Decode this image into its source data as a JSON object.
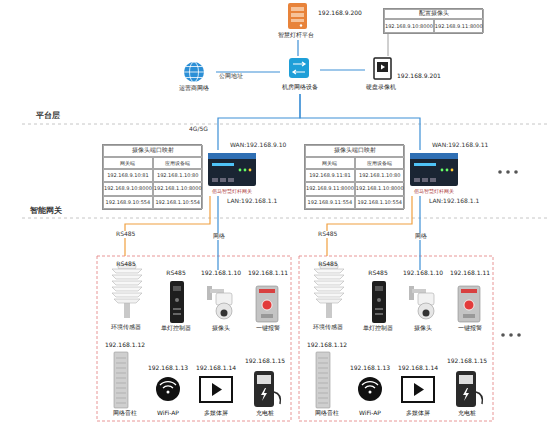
{
  "diagram": {
    "nodes": [
      {
        "text": [
          "192.168.9.200",
          "智慧灯杆平台"
        ]
      },
      {
        "text": [
          "配置摄像头",
          "192.168.9.10:8000",
          "192.168.9.11:8000"
        ]
      },
      {
        "text": [
          "运营商网络"
        ]
      },
      {
        "text": [
          "机房网络设备"
        ]
      },
      {
        "text": [
          "192.168.9.201",
          "硬盘录像机"
        ]
      },
      {
        "text": [
          "摄像头端口映射",
          "网关端",
          "应用设备端",
          "192.168.9.10:81",
          "192.168.1.10:80",
          "192.168.9.10:8000",
          "192.168.1.10:8000",
          "192.168.9.10:554",
          "192.168.1.10:554"
        ]
      },
      {
        "text": [
          "佰马智慧灯杆网关"
        ]
      },
      {
        "text": [
          "摄像头端口映射",
          "网关端",
          "应用设备端",
          "192.168.9.11:81",
          "192.168.1.10:80",
          "192.168.9.11:8000",
          "192.168.1.10:8000",
          "192.168.9.11:554",
          "192.168.1.10:554"
        ]
      },
      {
        "text": [
          "佰马智慧灯杆网关"
        ]
      },
      {
        "text": [
          "RS485",
          "环境传感器"
        ]
      },
      {
        "text": [
          "RS485",
          "单灯控制器"
        ]
      },
      {
        "text": [
          "192.168.1.10",
          "摄像头"
        ]
      },
      {
        "text": [
          "192.168.1.11",
          "一键报警"
        ]
      },
      {
        "text": [
          "192.168.1.12",
          "网络音柱"
        ]
      },
      {
        "text": [
          "192.168.1.13",
          "WiFi-AP"
        ]
      },
      {
        "text": [
          "192.168.1.14",
          "多媒体屏"
        ]
      },
      {
        "text": [
          "192.168.1.15",
          "充电桩"
        ]
      },
      {
        "text": [
          "RS485",
          "环境传感器"
        ]
      },
      {
        "text": [
          "RS485",
          "单灯控制器"
        ]
      },
      {
        "text": [
          "192.168.1.10",
          "摄像头"
        ]
      },
      {
        "text": [
          "192.168.1.11",
          "一键报警"
        ]
      },
      {
        "text": [
          "192.168.1.12",
          "网络音柱"
        ]
      },
      {
        "text": [
          "192.168.1.13",
          "WiFi-AP"
        ]
      },
      {
        "text": [
          "192.168.1.14",
          "多媒体屏"
        ]
      },
      {
        "text": [
          "192.168.1.15",
          "充电桩"
        ]
      }
    ],
    "edges": [
      {
        "from": 2,
        "to": 3,
        "label": "公网地址",
        "arrow": "none"
      },
      {
        "from": 0,
        "to": 3,
        "arrow": "none"
      },
      {
        "from": 4,
        "to": 3,
        "arrow": "none"
      },
      {
        "from": 1,
        "to": 4,
        "arrow": "none"
      },
      {
        "from": 3,
        "to": 6,
        "label": "4G/5G",
        "arrow": "none"
      },
      {
        "from": 3,
        "to": 8,
        "arrow": "none"
      },
      {
        "from": 6,
        "to": 9,
        "label": "RS485",
        "arrow": "none"
      },
      {
        "from": 6,
        "to": 11,
        "label": "网络",
        "arrow": "none"
      },
      {
        "from": 8,
        "to": 17,
        "label": "RS485",
        "arrow": "none"
      },
      {
        "from": 8,
        "to": 19,
        "label": "网络",
        "arrow": "none"
      }
    ],
    "labels": [
      "平台层",
      "WAN:192.168.9.10",
      "LAN:192.168.1.1",
      "WAN:192.168.9.11",
      "LAN:192.168.1.1",
      "智能网关"
    ]
  }
}
